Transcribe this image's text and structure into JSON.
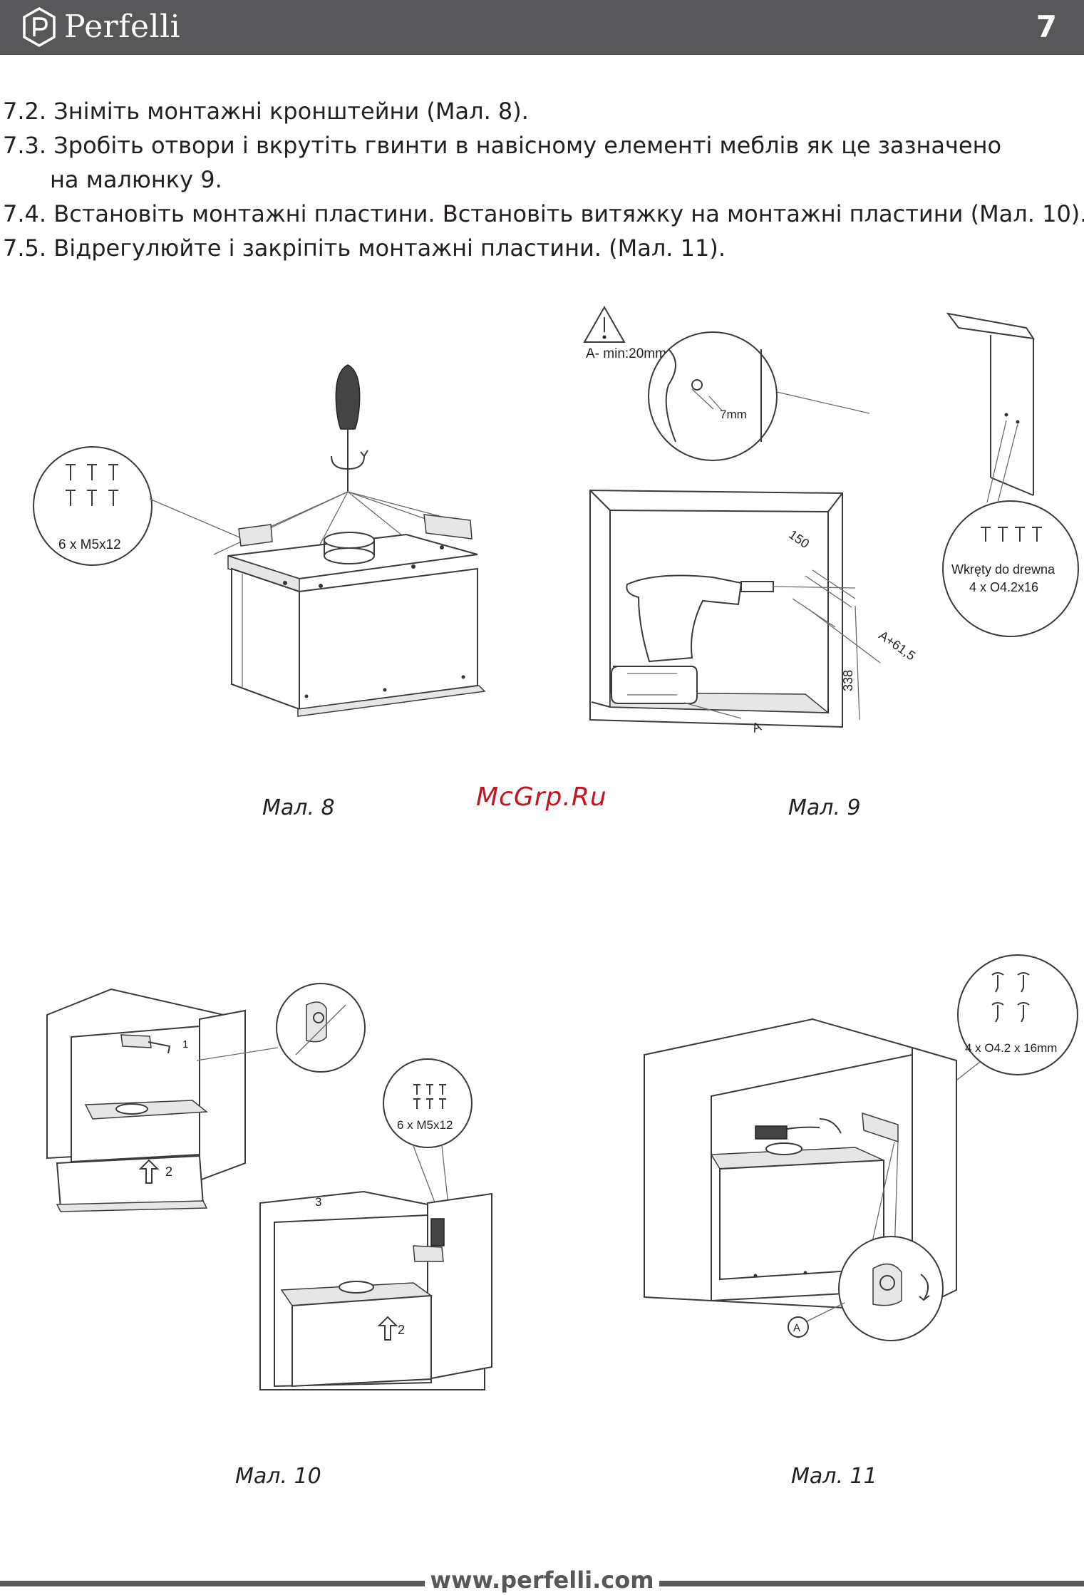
{
  "header": {
    "brand": "Perfelli",
    "page_number": "7"
  },
  "steps": [
    {
      "text": "7.2. Зніміть монтажні кронштейни (Мал. 8)."
    },
    {
      "text": "7.3. Зробіть отвори і вкрутіть гвинти в навісному елементі меблів як це зазначено",
      "cont": "на малюнку 9."
    },
    {
      "text": "7.4. Встановіть монтажні пластини. Встановіть витяжку на монтажні пластини (Мал. 10)."
    },
    {
      "text": "7.5. Відрегулюйте і закріпіть монтажні пластини. (Мал. 11)."
    }
  ],
  "figures": {
    "fig8": {
      "caption": "Мал. 8",
      "screws_label": "6 x M5x12"
    },
    "fig9": {
      "caption": "Мал. 9",
      "warning": "A- min:20mm",
      "dim_7mm": "7mm",
      "dim_150": "150",
      "dim_a615": "A+61,5",
      "dim_338": "338",
      "dim_a": "A",
      "screws_label_1": "Wkręty do drewna",
      "screws_label_2": "4 x O4.2x16"
    },
    "fig10": {
      "caption": "Мал. 10",
      "screws_label": "6 x M5x12",
      "step1": "1",
      "step2": "2",
      "step3": "3"
    },
    "fig11": {
      "caption": "Мал. 11",
      "screws_label": "4 x O4.2 x 16mm",
      "point_a": "A"
    }
  },
  "watermark": "McGrp.Ru",
  "footer": {
    "url": "www.perfelli.com"
  }
}
